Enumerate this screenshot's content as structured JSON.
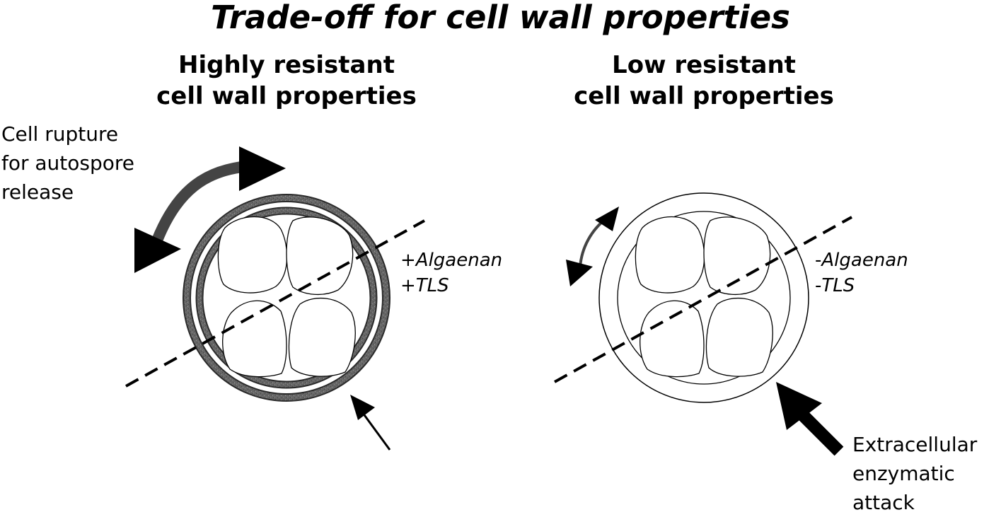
{
  "title": "Trade-off for cell wall properties",
  "left_panel": {
    "heading": [
      "Highly resistant",
      "cell wall properties"
    ],
    "rupture_label": [
      "Cell rupture",
      "for autospore",
      "release"
    ],
    "composition": [
      {
        "sign": "+",
        "name": "Algaenan"
      },
      {
        "sign": "+",
        "name": "TLS"
      }
    ]
  },
  "right_panel": {
    "heading": [
      "Low resistant",
      "cell wall properties"
    ],
    "composition": [
      {
        "sign": "-",
        "name": "Algaenan"
      },
      {
        "sign": "-",
        "name": "TLS"
      }
    ],
    "attack_label": [
      "Extracellular",
      "enzymatic",
      "attack"
    ]
  },
  "colors": {
    "thick_wall": "#5e5e5e",
    "rupture_arrow": "#444444",
    "ink": "#000000"
  }
}
